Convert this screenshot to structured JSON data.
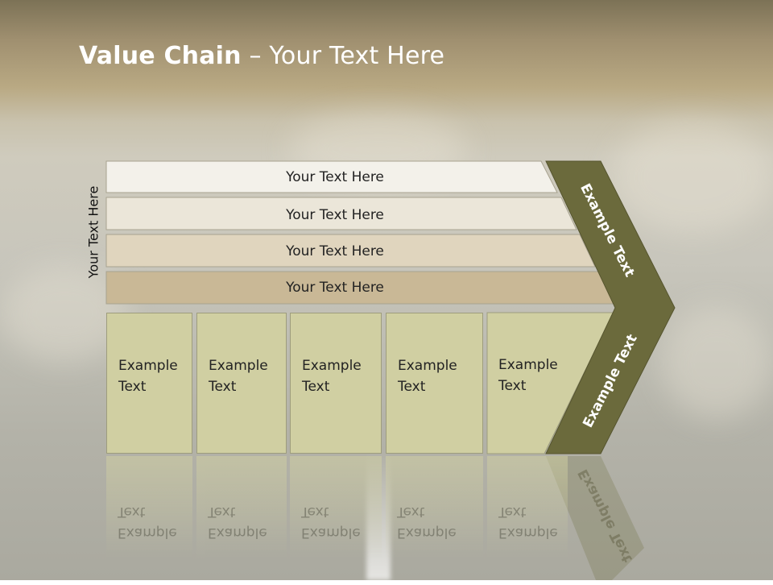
{
  "title": {
    "bold": "Value Chain",
    "rest": " – Your Text Here"
  },
  "side_label": "Your Text Here",
  "bands": [
    {
      "label": "Your Text Here",
      "color": "#f3f1ea"
    },
    {
      "label": "Your Text Here",
      "color": "#ebe6d9"
    },
    {
      "label": "Your Text Here",
      "color": "#e0d5be"
    },
    {
      "label": "Your Text Here",
      "color": "#c9b896"
    }
  ],
  "boxes": [
    {
      "line1": "Example",
      "line2": "Text"
    },
    {
      "line1": "Example",
      "line2": "Text"
    },
    {
      "line1": "Example",
      "line2": "Text"
    },
    {
      "line1": "Example",
      "line2": "Text"
    },
    {
      "line1": "Example",
      "line2": "Text"
    }
  ],
  "arrow": {
    "upper_text": "Example Text",
    "lower_text": "Example Text",
    "color": "#6b6a3c"
  }
}
